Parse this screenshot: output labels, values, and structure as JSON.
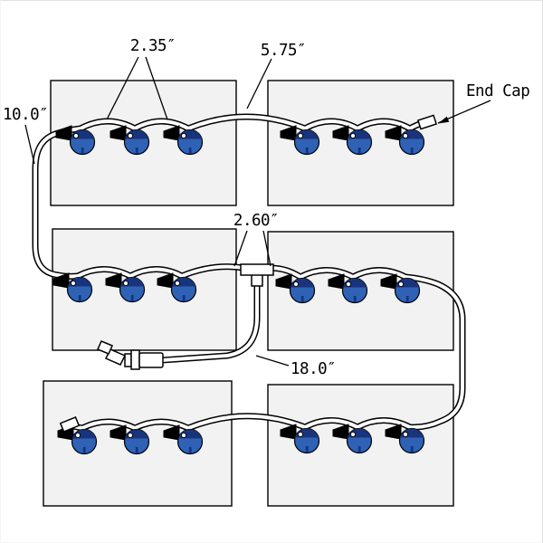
{
  "diagram": {
    "labels": {
      "valve_spacing": "2.35″",
      "bridge_span": "5.75″",
      "left_drop": "10.0″",
      "tee_spacing": "2.60″",
      "supply_length": "18.0″",
      "end_cap": "End Cap"
    },
    "colors": {
      "valve_body": "#2f62b5",
      "valve_shade": "#17347d",
      "clamp": "#000000",
      "tube_fill": "#ffffff",
      "tube_outline": "#000000",
      "battery_fill": "#f2f2f2",
      "battery_stroke": "#000000"
    }
  }
}
